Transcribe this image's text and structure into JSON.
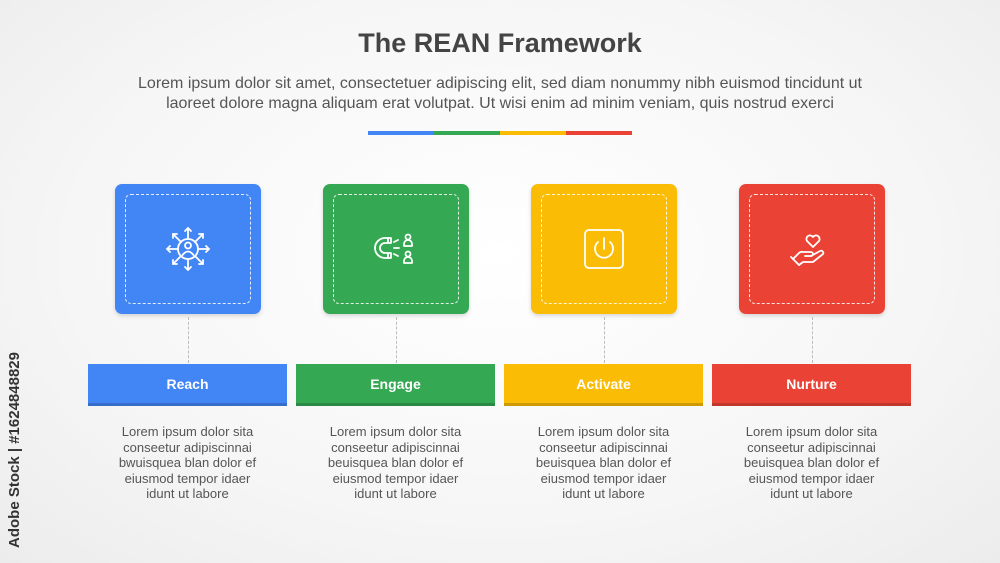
{
  "title": "The REAN Framework",
  "subtitle_line1": "Lorem ipsum dolor sit amet, consectetuer adipiscing elit, sed diam nonummy nibh euismod tincidunt ut",
  "subtitle_line2": "laoreet dolore magna aliquam erat volutpat. Ut wisi enim ad minim veniam, quis nostrud exerci",
  "colors": {
    "blue": "#4285f4",
    "green": "#34a853",
    "yellow": "#fbbc05",
    "red": "#ea4335"
  },
  "steps": [
    {
      "label": "Reach",
      "icon": "network-person-icon",
      "desc": [
        "Lorem ipsum dolor sita",
        "conseetur adipiscinnai",
        "bwuisquea blan dolor ef",
        "eiusmod tempor idaer",
        "idunt ut labore"
      ]
    },
    {
      "label": "Engage",
      "icon": "magnet-people-icon",
      "desc": [
        "Lorem ipsum dolor sita",
        "conseetur adipiscinnai",
        "beuisquea blan dolor ef",
        "eiusmod tempor idaer",
        "idunt ut labore"
      ]
    },
    {
      "label": "Activate",
      "icon": "power-button-icon",
      "desc": [
        "Lorem ipsum dolor sita",
        "conseetur adipiscinnai",
        "beuisquea blan dolor ef",
        "eiusmod tempor idaer",
        "idunt ut labore"
      ]
    },
    {
      "label": "Nurture",
      "icon": "heart-hand-icon",
      "desc": [
        "Lorem ipsum dolor sita",
        "conseetur adipiscinnai",
        "beuisquea blan dolor ef",
        "eiusmod tempor idaer",
        "idunt ut labore"
      ]
    }
  ],
  "side_watermark": "Adobe Stock | #1624848829"
}
